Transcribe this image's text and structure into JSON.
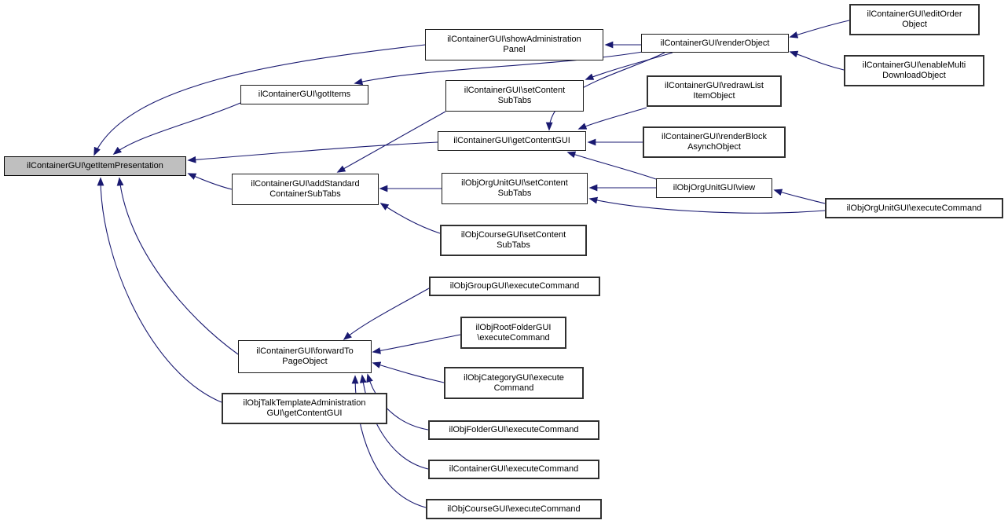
{
  "diagram": {
    "type": "call-graph",
    "background_color": "#ffffff",
    "edge_color": "#191970",
    "node_fill": "#ffffff",
    "node_border_color": "#000000",
    "main_node_fill": "#bfbfbf",
    "nodes": {
      "getItemPresentation": {
        "label": "ilContainerGUI\\getItemPresentation",
        "lines": [
          "ilContainerGUI\\getItemPresentation"
        ],
        "main": true
      },
      "gotItems": {
        "label": "ilContainerGUI\\gotItems",
        "lines": [
          "ilContainerGUI\\gotItems"
        ]
      },
      "showAdministrationPanel": {
        "label": "ilContainerGUI\\showAdministrationPanel",
        "lines": [
          "ilContainerGUI\\showAdministration",
          "Panel"
        ]
      },
      "setContentSubTabs": {
        "label": "ilContainerGUI\\setContentSubTabs",
        "lines": [
          "ilContainerGUI\\setContent",
          "SubTabs"
        ]
      },
      "getContentGUI": {
        "label": "ilContainerGUI\\getContentGUI",
        "lines": [
          "ilContainerGUI\\getContentGUI"
        ]
      },
      "renderObject": {
        "label": "ilContainerGUI\\renderObject",
        "lines": [
          "ilContainerGUI\\renderObject"
        ]
      },
      "editOrderObject": {
        "label": "ilContainerGUI\\editOrderObject",
        "lines": [
          "ilContainerGUI\\editOrder",
          "Object"
        ]
      },
      "enableMultiDownloadObject": {
        "label": "ilContainerGUI\\enableMultiDownloadObject",
        "lines": [
          "ilContainerGUI\\enableMulti",
          "DownloadObject"
        ]
      },
      "redrawListItemObject": {
        "label": "ilContainerGUI\\redrawListItemObject",
        "lines": [
          "ilContainerGUI\\redrawList",
          "ItemObject"
        ]
      },
      "renderBlockAsynchObject": {
        "label": "ilContainerGUI\\renderBlockAsynchObject",
        "lines": [
          "ilContainerGUI\\renderBlock",
          "AsynchObject"
        ]
      },
      "addStandardContainerSubTabs": {
        "label": "ilContainerGUI\\addStandardContainerSubTabs",
        "lines": [
          "ilContainerGUI\\addStandard",
          "ContainerSubTabs"
        ]
      },
      "orgUnitSetContentSubTabs": {
        "label": "ilObjOrgUnitGUI\\setContentSubTabs",
        "lines": [
          "ilObjOrgUnitGUI\\setContent",
          "SubTabs"
        ]
      },
      "orgUnitView": {
        "label": "ilObjOrgUnitGUI\\view",
        "lines": [
          "ilObjOrgUnitGUI\\view"
        ]
      },
      "orgUnitExecuteCommand": {
        "label": "ilObjOrgUnitGUI\\executeCommand",
        "lines": [
          "ilObjOrgUnitGUI\\executeCommand"
        ]
      },
      "courseSetContentSubTabs": {
        "label": "ilObjCourseGUI\\setContentSubTabs",
        "lines": [
          "ilObjCourseGUI\\setContent",
          "SubTabs"
        ]
      },
      "groupExecuteCommand": {
        "label": "ilObjGroupGUI\\executeCommand",
        "lines": [
          "ilObjGroupGUI\\executeCommand"
        ]
      },
      "rootFolderExecuteCommand": {
        "label": "ilObjRootFolderGUI\\executeCommand",
        "lines": [
          "ilObjRootFolderGUI",
          "\\executeCommand"
        ]
      },
      "forwardToPageObject": {
        "label": "ilContainerGUI\\forwardToPageObject",
        "lines": [
          "ilContainerGUI\\forwardTo",
          "PageObject"
        ]
      },
      "categoryExecuteCommand": {
        "label": "ilObjCategoryGUI\\executeCommand",
        "lines": [
          "ilObjCategoryGUI\\execute",
          "Command"
        ]
      },
      "talkTemplateGetContentGUI": {
        "label": "ilObjTalkTemplateAdministrationGUI\\getContentGUI",
        "lines": [
          "ilObjTalkTemplateAdministration",
          "GUI\\getContentGUI"
        ]
      },
      "folderExecuteCommand": {
        "label": "ilObjFolderGUI\\executeCommand",
        "lines": [
          "ilObjFolderGUI\\executeCommand"
        ]
      },
      "containerExecuteCommand": {
        "label": "ilContainerGUI\\executeCommand",
        "lines": [
          "ilContainerGUI\\executeCommand"
        ]
      },
      "courseExecuteCommand": {
        "label": "ilObjCourseGUI\\executeCommand",
        "lines": [
          "ilObjCourseGUI\\executeCommand"
        ]
      }
    },
    "edges": [
      {
        "from": "showAdministrationPanel",
        "to": "getItemPresentation"
      },
      {
        "from": "gotItems",
        "to": "getItemPresentation"
      },
      {
        "from": "getContentGUI",
        "to": "getItemPresentation"
      },
      {
        "from": "addStandardContainerSubTabs",
        "to": "getItemPresentation"
      },
      {
        "from": "forwardToPageObject",
        "to": "getItemPresentation"
      },
      {
        "from": "talkTemplateGetContentGUI",
        "to": "getItemPresentation"
      },
      {
        "from": "renderObject",
        "to": "showAdministrationPanel"
      },
      {
        "from": "renderObject",
        "to": "gotItems"
      },
      {
        "from": "renderObject",
        "to": "setContentSubTabs"
      },
      {
        "from": "renderObject",
        "to": "getContentGUI"
      },
      {
        "from": "editOrderObject",
        "to": "renderObject"
      },
      {
        "from": "enableMultiDownloadObject",
        "to": "renderObject"
      },
      {
        "from": "redrawListItemObject",
        "to": "getContentGUI"
      },
      {
        "from": "renderBlockAsynchObject",
        "to": "getContentGUI"
      },
      {
        "from": "orgUnitView",
        "to": "getContentGUI"
      },
      {
        "from": "orgUnitView",
        "to": "orgUnitSetContentSubTabs"
      },
      {
        "from": "orgUnitExecuteCommand",
        "to": "orgUnitView"
      },
      {
        "from": "orgUnitExecuteCommand",
        "to": "orgUnitSetContentSubTabs"
      },
      {
        "from": "setContentSubTabs",
        "to": "addStandardContainerSubTabs"
      },
      {
        "from": "orgUnitSetContentSubTabs",
        "to": "addStandardContainerSubTabs"
      },
      {
        "from": "courseSetContentSubTabs",
        "to": "addStandardContainerSubTabs"
      },
      {
        "from": "groupExecuteCommand",
        "to": "forwardToPageObject"
      },
      {
        "from": "rootFolderExecuteCommand",
        "to": "forwardToPageObject"
      },
      {
        "from": "categoryExecuteCommand",
        "to": "forwardToPageObject"
      },
      {
        "from": "folderExecuteCommand",
        "to": "forwardToPageObject"
      },
      {
        "from": "containerExecuteCommand",
        "to": "forwardToPageObject"
      },
      {
        "from": "courseExecuteCommand",
        "to": "forwardToPageObject"
      }
    ]
  }
}
